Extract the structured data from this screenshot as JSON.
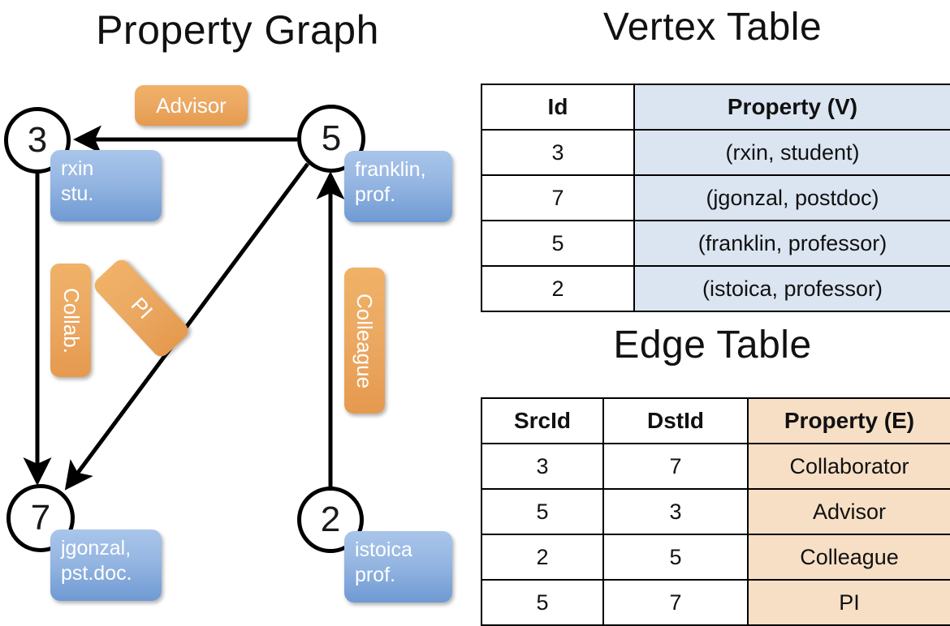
{
  "headings": {
    "property_graph": "Property Graph",
    "vertex_table": "Vertex Table",
    "edge_table": "Edge Table"
  },
  "graph": {
    "nodes": [
      {
        "id": "3",
        "property_line1": "rxin",
        "property_line2": "stu."
      },
      {
        "id": "5",
        "property_line1": "franklin,",
        "property_line2": "prof."
      },
      {
        "id": "7",
        "property_line1": "jgonzal,",
        "property_line2": "pst.doc."
      },
      {
        "id": "2",
        "property_line1": "istoica",
        "property_line2": "prof."
      }
    ],
    "edge_labels": [
      {
        "name": "advisor",
        "text": "Advisor"
      },
      {
        "name": "collab",
        "text": "Collab."
      },
      {
        "name": "pi",
        "text": "PI"
      },
      {
        "name": "colleague",
        "text": "Colleague"
      }
    ],
    "colors": {
      "vertex_box": "#95b6e2",
      "edge_box": "#eba862",
      "stroke": "#000000"
    }
  },
  "vertex_table": {
    "columns": [
      "Id",
      "Property (V)"
    ],
    "rows": [
      {
        "id": "3",
        "property": "(rxin, student)"
      },
      {
        "id": "7",
        "property": "(jgonzal, postdoc)"
      },
      {
        "id": "5",
        "property": "(franklin, professor)"
      },
      {
        "id": "2",
        "property": "(istoica, professor)"
      }
    ],
    "property_column_color": "#dbe5f1"
  },
  "edge_table": {
    "columns": [
      "SrcId",
      "DstId",
      "Property (E)"
    ],
    "rows": [
      {
        "src": "3",
        "dst": "7",
        "property": "Collaborator"
      },
      {
        "src": "5",
        "dst": "3",
        "property": "Advisor"
      },
      {
        "src": "2",
        "dst": "5",
        "property": "Colleague"
      },
      {
        "src": "5",
        "dst": "7",
        "property": "PI"
      }
    ],
    "property_column_color": "#f7dfc5"
  }
}
